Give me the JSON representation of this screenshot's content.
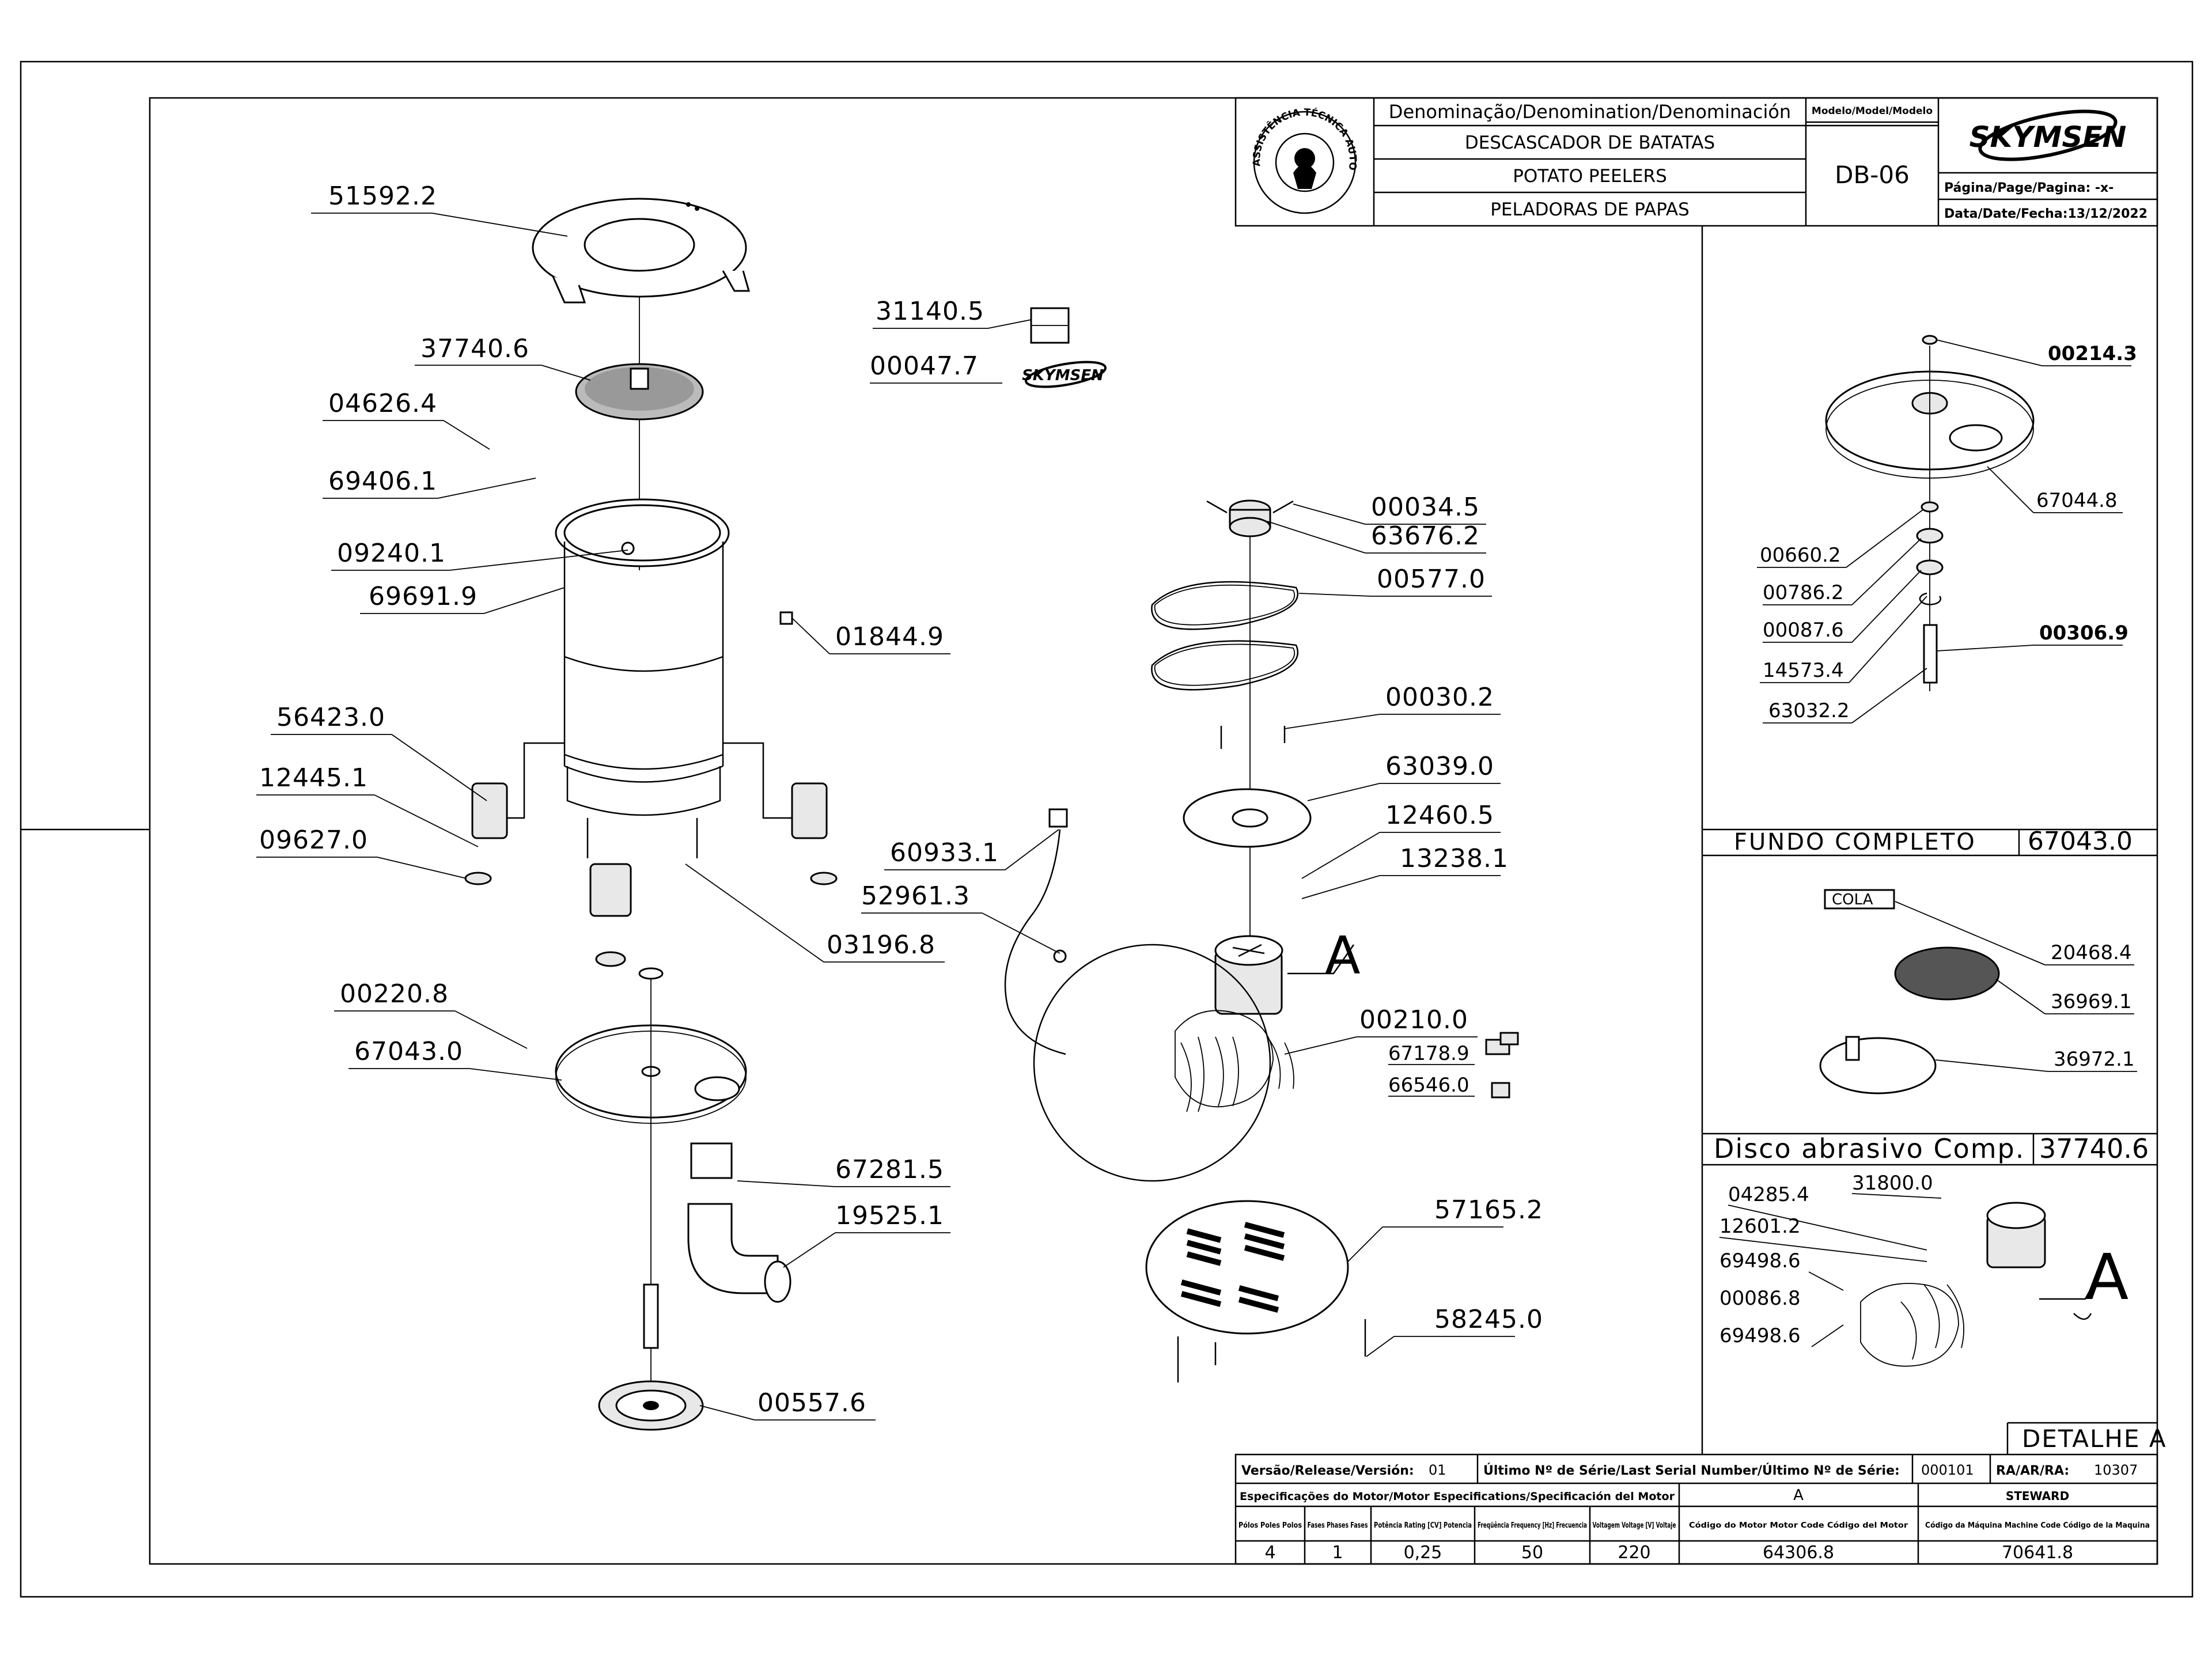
{
  "title_block": {
    "denomination_header": "Denominação/Denomination/Denominación",
    "name_pt": "DESCASCADOR DE BATATAS",
    "name_en": "POTATO PEELERS",
    "name_es": "PELADORAS DE PAPAS",
    "model_header": "Modelo/Model/Modelo",
    "model": "DB-06",
    "brand": "SKYMSEN",
    "page_label": "Página/Page/Pagina: -x-",
    "date_label": "Data/Date/Fecha:13/12/2022",
    "seal_text": "ASSISTÊNCIA TÉCNICA AUTORIZADA"
  },
  "parts": {
    "p51592_2": "51592.2",
    "p37740_6": "37740.6",
    "p04626_4": "04626.4",
    "p69406_1": "69406.1",
    "p09240_1": "09240.1",
    "p69691_9": "69691.9",
    "p01844_9": "01844.9",
    "p56423_0": "56423.0",
    "p12445_1": "12445.1",
    "p09627_0": "09627.0",
    "p03196_8": "03196.8",
    "p00220_8": "00220.8",
    "p67043_0": "67043.0",
    "p67281_5": "67281.5",
    "p19525_1": "19525.1",
    "p00557_6": "00557.6",
    "p31140_5": "31140.5",
    "p00047_7": "00047.7",
    "p00034_5": "00034.5",
    "p63676_2": "63676.2",
    "p00577_0": "00577.0",
    "p00030_2": "00030.2",
    "p63039_0": "63039.0",
    "p12460_5": "12460.5",
    "p13238_1": "13238.1",
    "p60933_1": "60933.1",
    "p52961_3": "52961.3",
    "p00210_0": "00210.0",
    "p67178_9": "67178.9",
    "p66546_0": "66546.0",
    "p57165_2": "57165.2",
    "p58245_0": "58245.0",
    "detail_a_mark": "A"
  },
  "right_panel": {
    "p00214_3": "00214.3",
    "p67044_8": "67044.8",
    "p00660_2": "00660.2",
    "p00786_2": "00786.2",
    "p00087_6": "00087.6",
    "p00306_9": "00306.9",
    "p14573_4": "14573.4",
    "p63032_2": "63032.2",
    "fundo_label": "FUNDO COMPLETO",
    "fundo_code": "67043.0",
    "cola": "COLA",
    "p20468_4": "20468.4",
    "p36969_1": "36969.1",
    "p36972_1": "36972.1",
    "disco_label": "Disco abrasivo Comp.",
    "disco_code": "37740.6",
    "p04285_4": "04285.4",
    "p31800_0": "31800.0",
    "p12601_2": "12601.2",
    "p69498_6a": "69498.6",
    "p00086_8": "00086.8",
    "p69498_6b": "69498.6",
    "detail_mark": "A",
    "detalhe_label": "DETALHE A"
  },
  "bottom_table": {
    "version_label": "Versão/Release/Versión:",
    "version": "01",
    "serial_label": "Último Nº de Série/Last Serial Number/Último Nº de Série:",
    "serial": "000101",
    "ra_label": "RA/AR/RA:",
    "ra": "10307",
    "motor_spec_label": "Especificações do Motor/Motor Especifications/Specificación del Motor",
    "motor_class": "A",
    "motor_maker": "STEWARD",
    "h_poles": "Pólos Poles Polos",
    "h_phases": "Fases Phases Fases",
    "h_power": "Potência Rating [CV] Potencia",
    "h_freq": "Freqüência Frequency [Hz] Frecuencia",
    "h_volt": "Voltagem Voltage [V] Voltaje",
    "h_motor_code": "Código do Motor Motor Code Código del Motor",
    "h_machine_code": "Código da Máquina Machine Code Código de la Maquina",
    "poles": "4",
    "phases": "1",
    "power": "0,25",
    "freq": "50",
    "volt": "220",
    "motor_code": "64306.8",
    "machine_code": "70641.8"
  }
}
